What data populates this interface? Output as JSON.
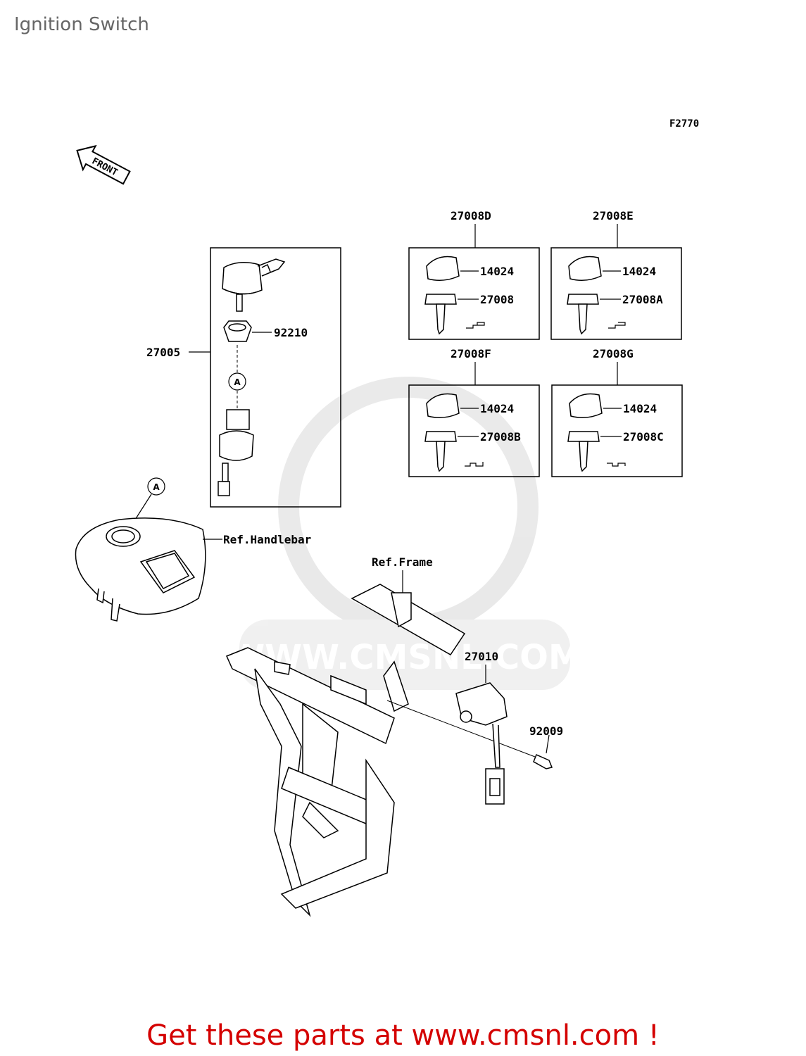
{
  "title": "Ignition Switch",
  "figure_code": "F2770",
  "front_label": "FRONT",
  "watermark": "WWW.CMSNL.COM",
  "parts": {
    "p27005": "27005",
    "p92210": "92210",
    "callout_a": "A",
    "p27008D": "27008D",
    "p27008E": "27008E",
    "p27008F": "27008F",
    "p27008G": "27008G",
    "p14024": "14024",
    "p27008": "27008",
    "p27008A": "27008A",
    "p27008B": "27008B",
    "p27008C": "27008C",
    "p27010": "27010",
    "p92009": "92009"
  },
  "refs": {
    "handlebar": "Ref.Handlebar",
    "frame": "Ref.Frame"
  },
  "footer": "Get these parts at www.cmsnl.com !"
}
